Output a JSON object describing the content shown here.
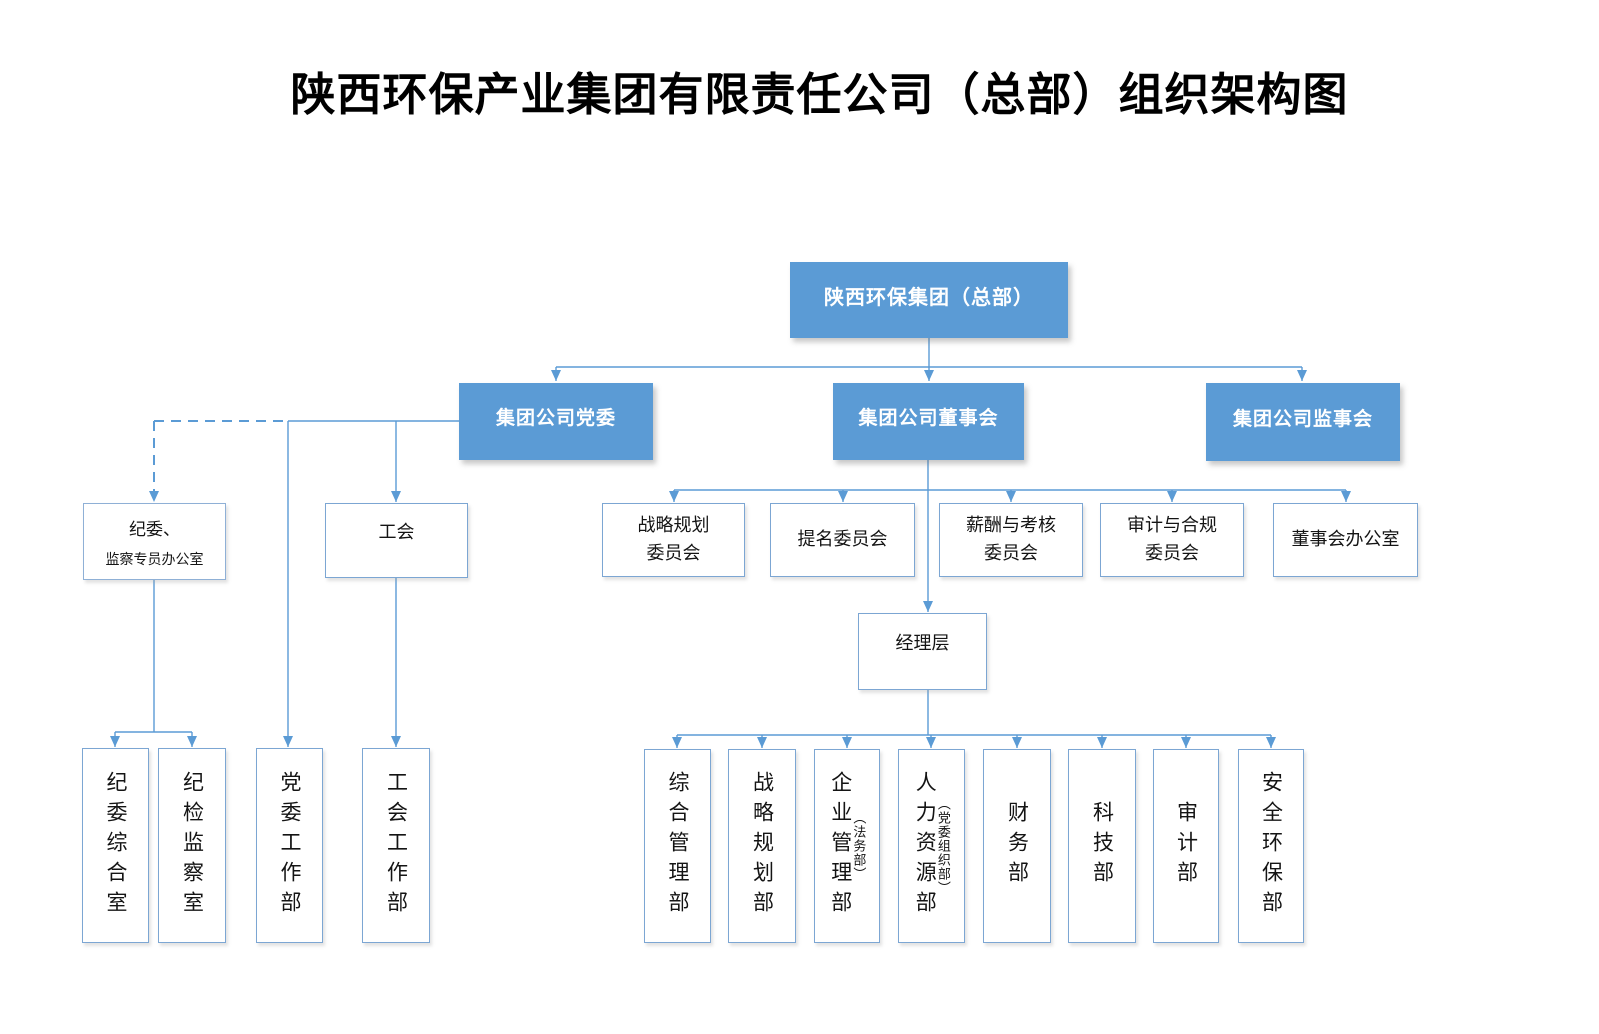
{
  "title": "陕西环保产业集团有限责任公司（总部）组织架构图",
  "colors": {
    "primary_blue": "#5B9BD5",
    "box_border": "#7CA6D3",
    "line_blue": "#5B9BD5"
  },
  "root": {
    "label": "陕西环保集团（总部）"
  },
  "level2": {
    "party": {
      "label": "集团公司党委"
    },
    "board": {
      "label": "集团公司董事会"
    },
    "supervisors": {
      "label": "集团公司监事会"
    }
  },
  "party_branch": {
    "discipline_office": {
      "line1": "纪委、",
      "line2": "监察专员办公室"
    },
    "union": {
      "label": "工会"
    },
    "departments": [
      {
        "label": "纪委综合室"
      },
      {
        "label": "纪检监察室"
      },
      {
        "label": "党委工作部"
      },
      {
        "label": "工会工作部"
      }
    ]
  },
  "board_branch": {
    "committees": [
      {
        "label": "战略规划\n委员会"
      },
      {
        "label": "提名委员会"
      },
      {
        "label": "薪酬与考核\n委员会"
      },
      {
        "label": "审计与合规\n委员会"
      },
      {
        "label": "董事会办公室"
      }
    ],
    "management": {
      "label": "经理层"
    },
    "departments": [
      {
        "label": "综合管理部",
        "note": ""
      },
      {
        "label": "战略规划部",
        "note": ""
      },
      {
        "label": "企业管理部",
        "note": "（法务部）"
      },
      {
        "label": "人力资源部",
        "note": "（党委组织部）"
      },
      {
        "label": "财务部",
        "note": ""
      },
      {
        "label": "科技部",
        "note": ""
      },
      {
        "label": "审计部",
        "note": ""
      },
      {
        "label": "安全环保部",
        "note": ""
      }
    ]
  }
}
